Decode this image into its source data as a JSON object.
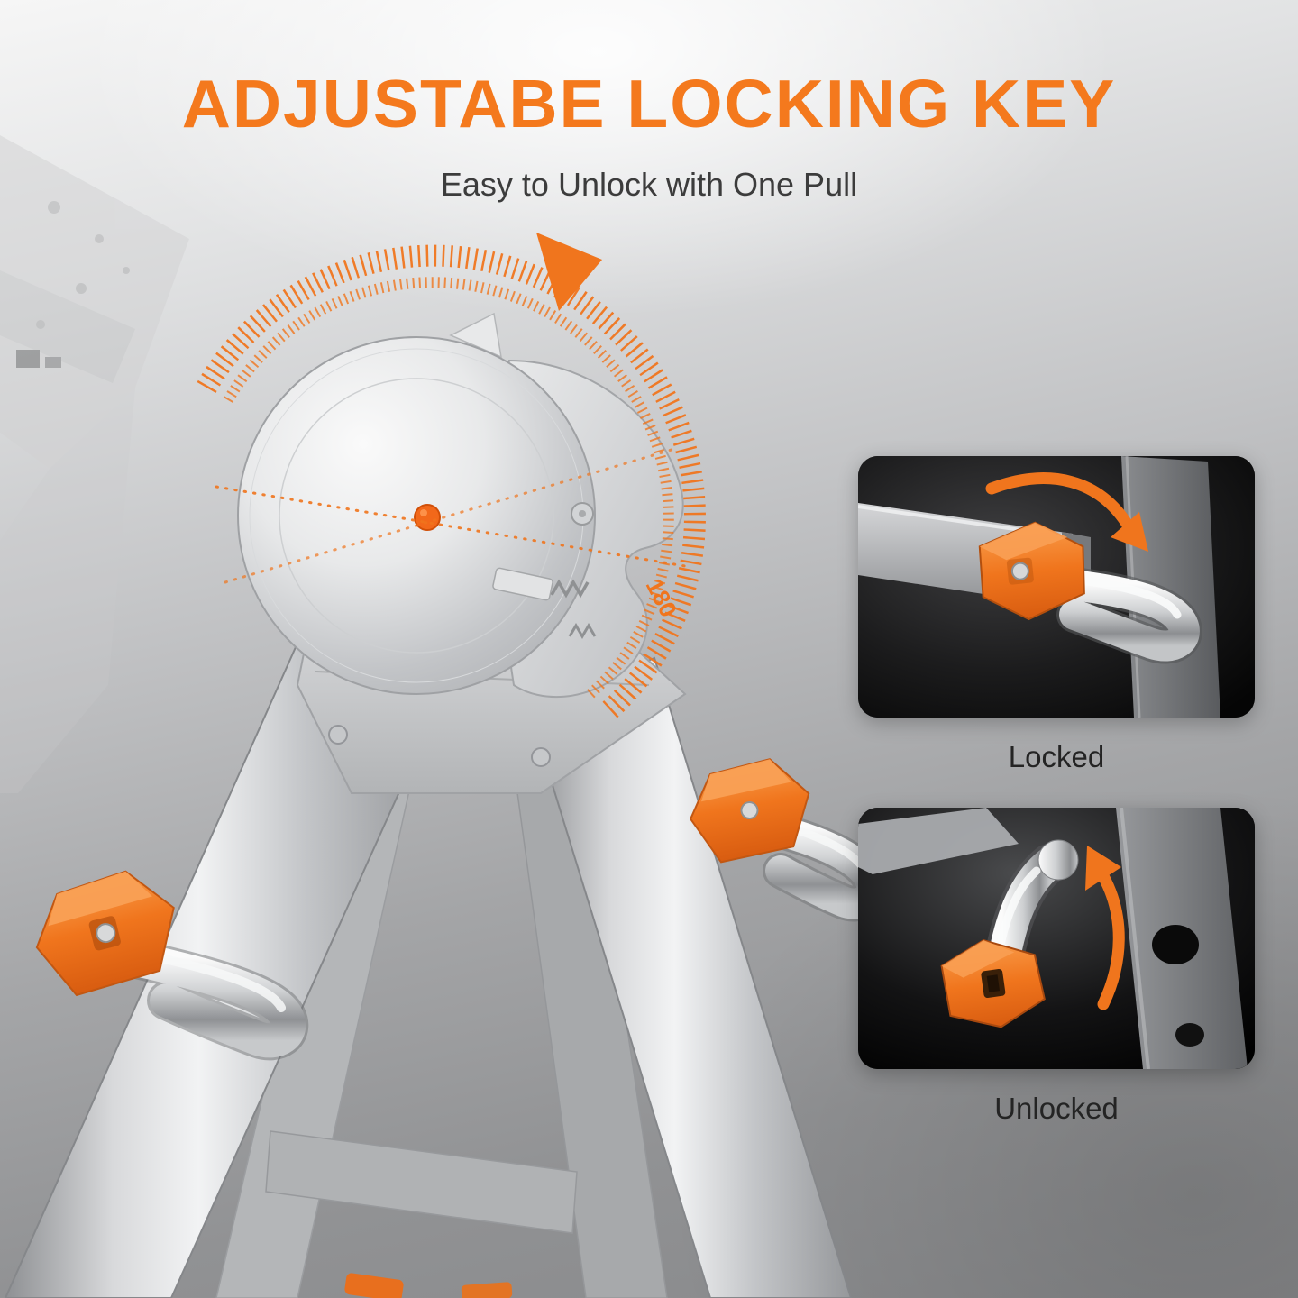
{
  "header": {
    "title": "ADJUSTABE LOCKING KEY",
    "subtitle": "Easy to Unlock with One Pull"
  },
  "diagram": {
    "angle_label": "180"
  },
  "insets": [
    {
      "label": "Locked"
    },
    {
      "label": "Unlocked"
    }
  ],
  "colors": {
    "accent_orange": "#F0751D",
    "title_orange": "#F4791D",
    "subtitle_gray": "#3C3C3C",
    "label_dark": "#242424",
    "background_light": "#F6F6F6",
    "background_dark": "#87888A",
    "inset_background": "#0A0A0A"
  }
}
